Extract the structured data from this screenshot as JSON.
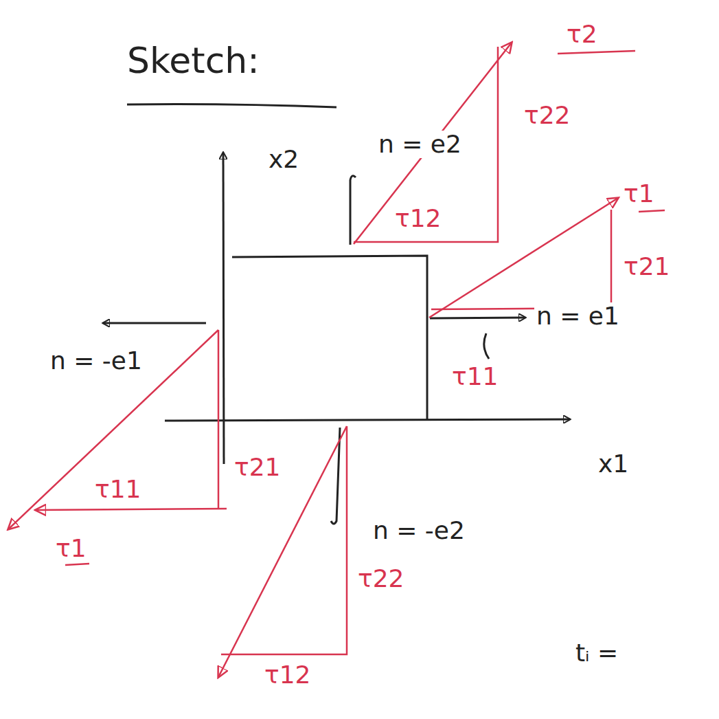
{
  "diagram": {
    "title": "Sketch:",
    "labels": [
      "x2",
      "x1",
      "τ2",
      "τ22",
      "n = e2",
      "τ12",
      "τ1",
      "τ21",
      "n = e1",
      "τ11",
      "n = -e1",
      "τ21",
      "τ11",
      "τ1",
      "n = -e2",
      "τ22",
      "τ12",
      "tᵢ ="
    ]
  }
}
